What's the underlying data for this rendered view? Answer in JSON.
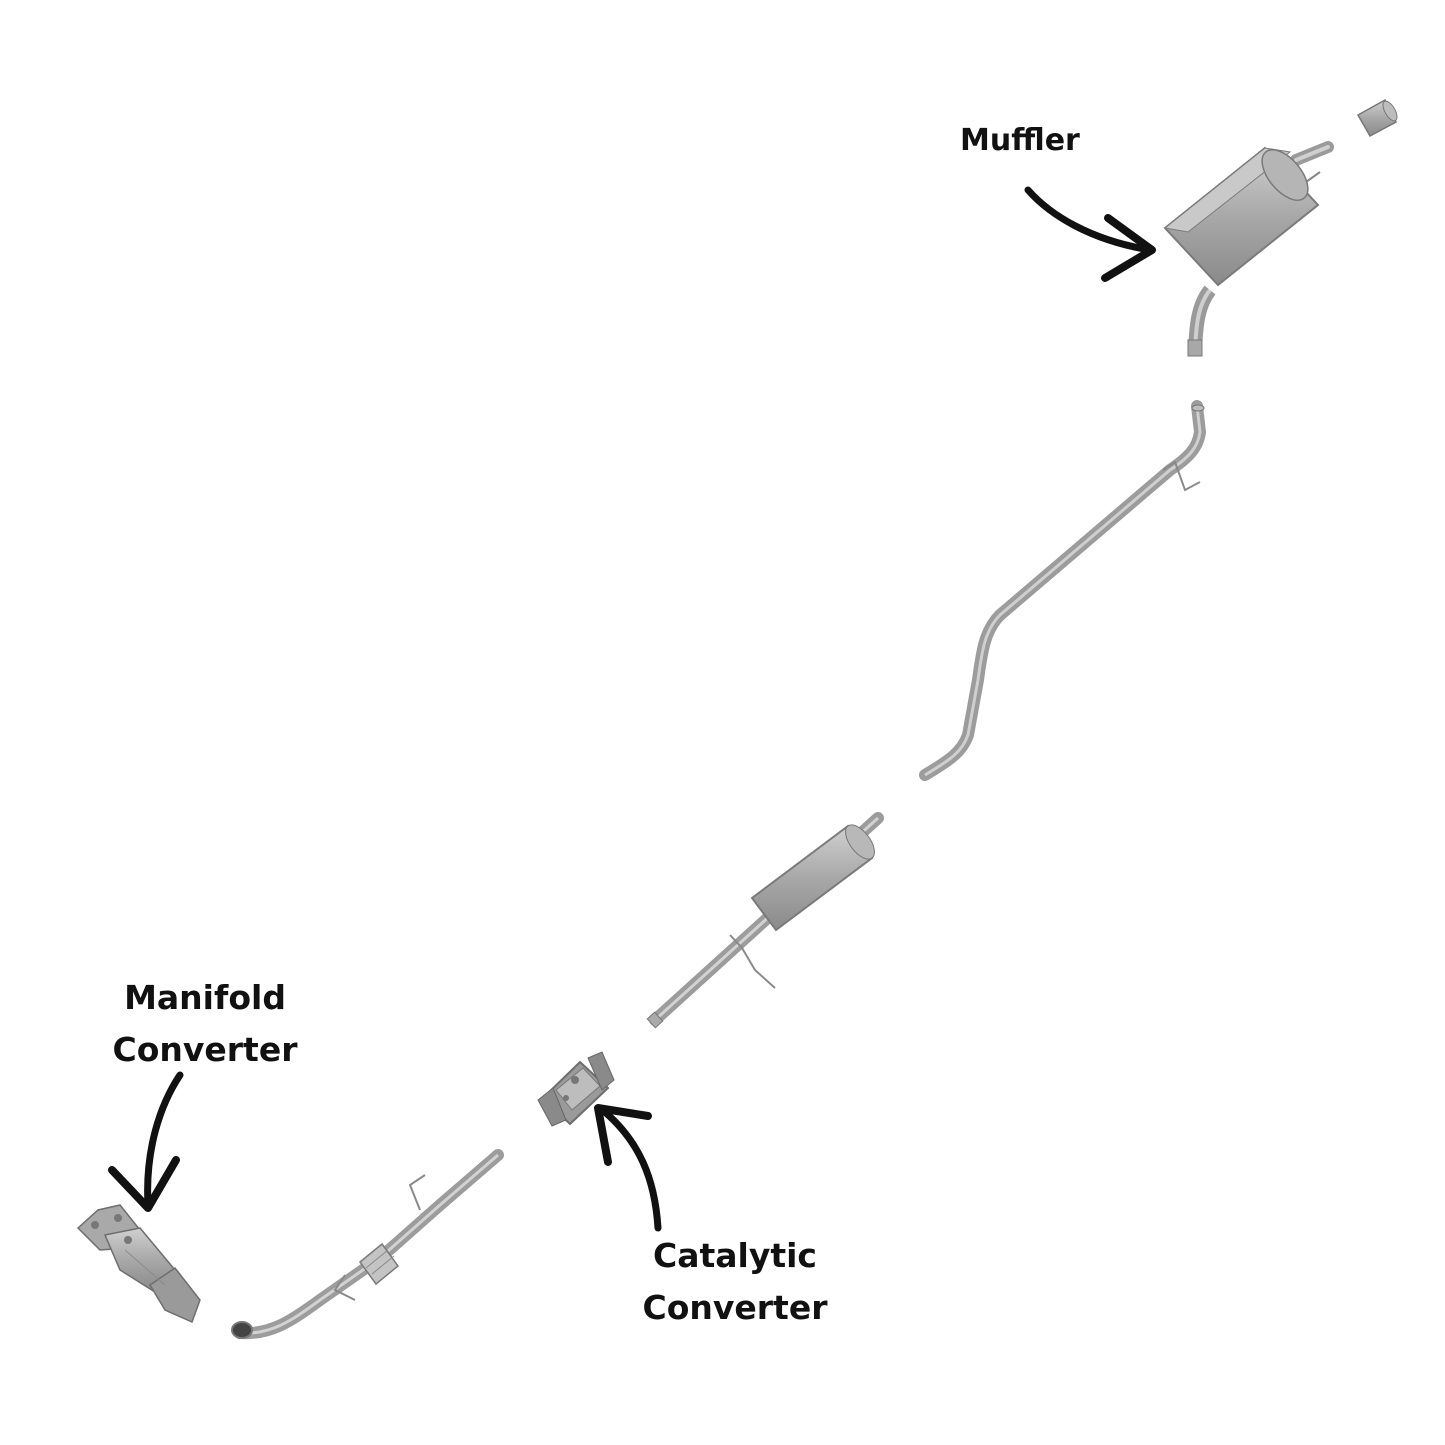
{
  "labels": {
    "muffler": "Muffler",
    "manifold_line1": "Manifold",
    "manifold_line2": "Converter",
    "catalytic_line1": "Catalytic",
    "catalytic_line2": "Converter"
  },
  "colors": {
    "background": "#ffffff",
    "metal": "#a6a6a6",
    "metal_dark": "#7a7a7a",
    "metal_light": "#cfcfcf",
    "arrow": "#111111",
    "text": "#111111"
  }
}
